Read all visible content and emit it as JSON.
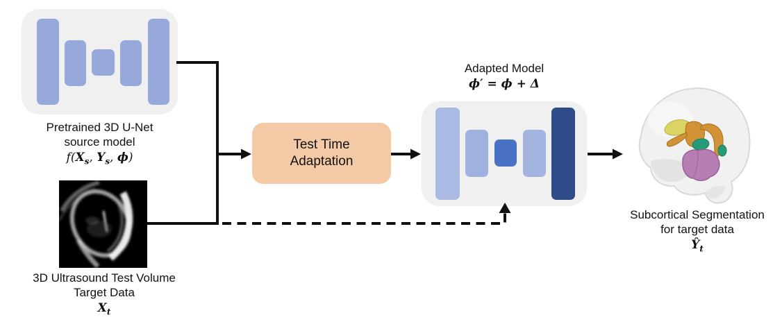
{
  "source_model": {
    "caption_line1": "Pretrained 3D U-Net",
    "caption_line2": "source model",
    "formula": {
      "fn": "f",
      "open": "(",
      "arg1": "X",
      "arg1_sub": "s",
      "sep1": ", ",
      "arg2": "Y",
      "arg2_sub": "s",
      "sep2": ", ",
      "arg3": "ϕ",
      "close": ")"
    },
    "box_bg": "#f0f0f1",
    "bar_colors": [
      "#97a9db",
      "#97a9db",
      "#97a9db",
      "#97a9db",
      "#97a9db"
    ]
  },
  "test_input": {
    "caption_line1": "3D Ultrasound Test Volume",
    "caption_line2": "Target Data",
    "symbol_base": "X",
    "symbol_sub": "t"
  },
  "tta_box": {
    "label_line1": "Test Time",
    "label_line2": "Adaptation",
    "bg": "#f3c9a6"
  },
  "adapted_model": {
    "title": "Adapted Model",
    "formula": {
      "lhs": "ϕ",
      "prime": "′",
      "eq": " = ",
      "rhs1": "ϕ",
      "plus": " + ",
      "rhs2": "Δ"
    },
    "box_bg": "#f0f0f1",
    "bar_colors": [
      "#abbae3",
      "#9fb1de",
      "#4a72c4",
      "#a3b4e0",
      "#2e4c88"
    ]
  },
  "output": {
    "caption_line1": "Subcortical Segmentation",
    "caption_line2": "for target data",
    "symbol_base": "Ŷ",
    "symbol_sub": "t",
    "brain_fill": "#f1f1f1",
    "brain_edge": "#d9d9d9",
    "segmentation_colors": {
      "yellow": "#d9d464",
      "orange": "#d29336",
      "teal": "#259b78",
      "purple": "#b77eb4"
    }
  },
  "connectors": {
    "color": "#111111"
  }
}
